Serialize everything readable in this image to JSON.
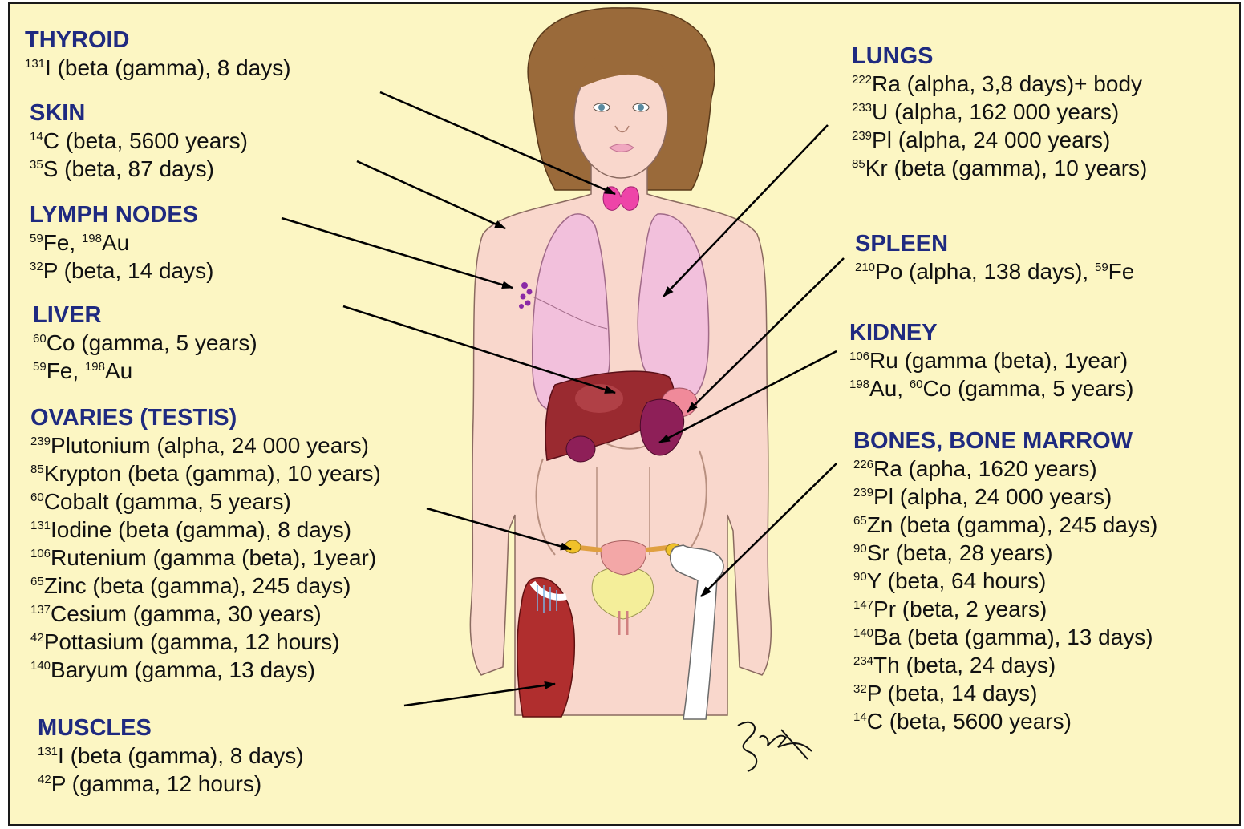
{
  "colors": {
    "background": "#fcf6c3",
    "heading": "#1f2a80",
    "text": "#111111",
    "skin": "#f9d7cc",
    "lungs": "#f2c0dc",
    "liver": "#9a2a30",
    "kidney": "#8e1f58",
    "thyroid": "#ee44a8",
    "spleen": "#f08a9a",
    "hair": "#9a6a3a",
    "bladder": "#f4ee9a",
    "uterus": "#f3a7a7",
    "ovary": "#f0c12a",
    "muscle": "#b02e2e",
    "bone": "#ffffff",
    "lymph": "#8a2aa6"
  },
  "signature_text": "Bux",
  "sections": [
    {
      "id": "thyroid",
      "title": "THYROID",
      "lines": [
        {
          "iso": "131",
          "text": "I (beta (gamma), 8 days)"
        }
      ]
    },
    {
      "id": "skin",
      "title": "SKIN",
      "lines": [
        {
          "iso": "14",
          "text": "C (beta, 5600 years)"
        },
        {
          "iso": "35",
          "text": "S (beta, 87 days)"
        }
      ]
    },
    {
      "id": "lymph-nodes",
      "title": "LYMPH NODES",
      "lines": [
        {
          "iso": "59",
          "text": "Fe, ",
          "iso2": "198",
          "text2": "Au"
        },
        {
          "iso": "32",
          "text": "P (beta, 14 days)"
        }
      ]
    },
    {
      "id": "liver",
      "title": "LIVER",
      "lines": [
        {
          "iso": "60",
          "text": "Co (gamma, 5 years)"
        },
        {
          "iso": "59",
          "text": "Fe, ",
          "iso2": "198",
          "text2": "Au"
        }
      ]
    },
    {
      "id": "ovaries",
      "title": "OVARIES (TESTIS)",
      "lines": [
        {
          "iso": "239",
          "text": "Plutonium (alpha, 24 000 years)"
        },
        {
          "iso": "85",
          "text": "Krypton (beta (gamma), 10 years)"
        },
        {
          "iso": "60",
          "text": "Cobalt (gamma, 5 years)"
        },
        {
          "iso": "131",
          "text": "Iodine (beta (gamma), 8 days)"
        },
        {
          "iso": "106",
          "text": "Rutenium (gamma (beta), 1year)"
        },
        {
          "iso": "65",
          "text": "Zinc (beta (gamma), 245 days)"
        },
        {
          "iso": "137",
          "text": "Cesium (gamma, 30 years)"
        },
        {
          "iso": "42",
          "text": "Pottasium (gamma, 12 hours)"
        },
        {
          "iso": "140",
          "text": "Baryum (gamma, 13 days)"
        }
      ]
    },
    {
      "id": "muscles",
      "title": "MUSCLES",
      "lines": [
        {
          "iso": "131",
          "text": "I (beta (gamma), 8 days)"
        },
        {
          "iso": "42",
          "text": "P (gamma, 12 hours)"
        }
      ]
    },
    {
      "id": "lungs",
      "title": "LUNGS",
      "lines": [
        {
          "iso": "222",
          "text": "Ra (alpha, 3,8 days)+ body"
        },
        {
          "iso": "233",
          "text": "U (alpha, 162 000 years)"
        },
        {
          "iso": "239",
          "text": "Pl (alpha, 24 000 years)"
        },
        {
          "iso": "85",
          "text": "Kr (beta (gamma), 10 years)"
        }
      ]
    },
    {
      "id": "spleen",
      "title": "SPLEEN",
      "lines": [
        {
          "iso": "210",
          "text": "Po (alpha, 138 days), ",
          "iso2": "59",
          "text2": "Fe"
        }
      ]
    },
    {
      "id": "kidney",
      "title": "KIDNEY",
      "lines": [
        {
          "iso": "106",
          "text": "Ru (gamma (beta), 1year)"
        },
        {
          "iso": "198",
          "text": "Au, ",
          "iso2": "60",
          "text2": "Co (gamma, 5 years)"
        }
      ]
    },
    {
      "id": "bones",
      "title": "BONES, BONE MARROW",
      "lines": [
        {
          "iso": "226",
          "text": "Ra (apha, 1620 years)"
        },
        {
          "iso": "239",
          "text": "Pl (alpha, 24 000 years)"
        },
        {
          "iso": "65",
          "text": "Zn (beta (gamma), 245 days)"
        },
        {
          "iso": "90",
          "text": "Sr (beta, 28 years)"
        },
        {
          "iso": "90",
          "text": "Y (beta, 64 hours)"
        },
        {
          "iso": "147",
          "text": "Pr (beta, 2 years)"
        },
        {
          "iso": "140",
          "text": "Ba (beta (gamma), 13 days)"
        },
        {
          "iso": "234",
          "text": "Th (beta, 24 days)"
        },
        {
          "iso": "32",
          "text": "P (beta, 14 days)"
        },
        {
          "iso": "14",
          "text": "C (beta, 5600 years)"
        }
      ]
    }
  ]
}
